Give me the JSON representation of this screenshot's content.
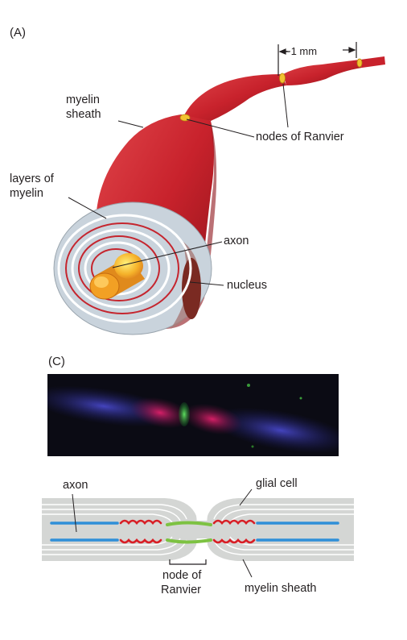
{
  "panel_a": {
    "label": "(A)",
    "scale_label": "~1 mm",
    "labels": {
      "myelin_sheath": [
        "myelin",
        "sheath"
      ],
      "nodes_of_ranvier": "nodes of Ranvier",
      "layers_of_myelin": [
        "layers of",
        "myelin"
      ],
      "axon": "axon",
      "nucleus": "nucleus"
    }
  },
  "panel_c": {
    "label": "(C)",
    "labels": {
      "axon": "axon",
      "glial_cell": "glial cell",
      "node_of_ranvier": [
        "node of",
        "Ranvier"
      ],
      "myelin_sheath": "myelin sheath"
    }
  },
  "colors": {
    "sheath_red": "#c8222c",
    "myelin_layer": "#cfd8e0",
    "axon_core": "#f0a020",
    "nucleus": "#7a2a22",
    "node_green": "#7dc242",
    "axon_blue": "#2f8fd8",
    "glia_gray": "#d4d6d4",
    "paranode_red": "#d81f26",
    "micro_bg": "#0b0b14"
  }
}
